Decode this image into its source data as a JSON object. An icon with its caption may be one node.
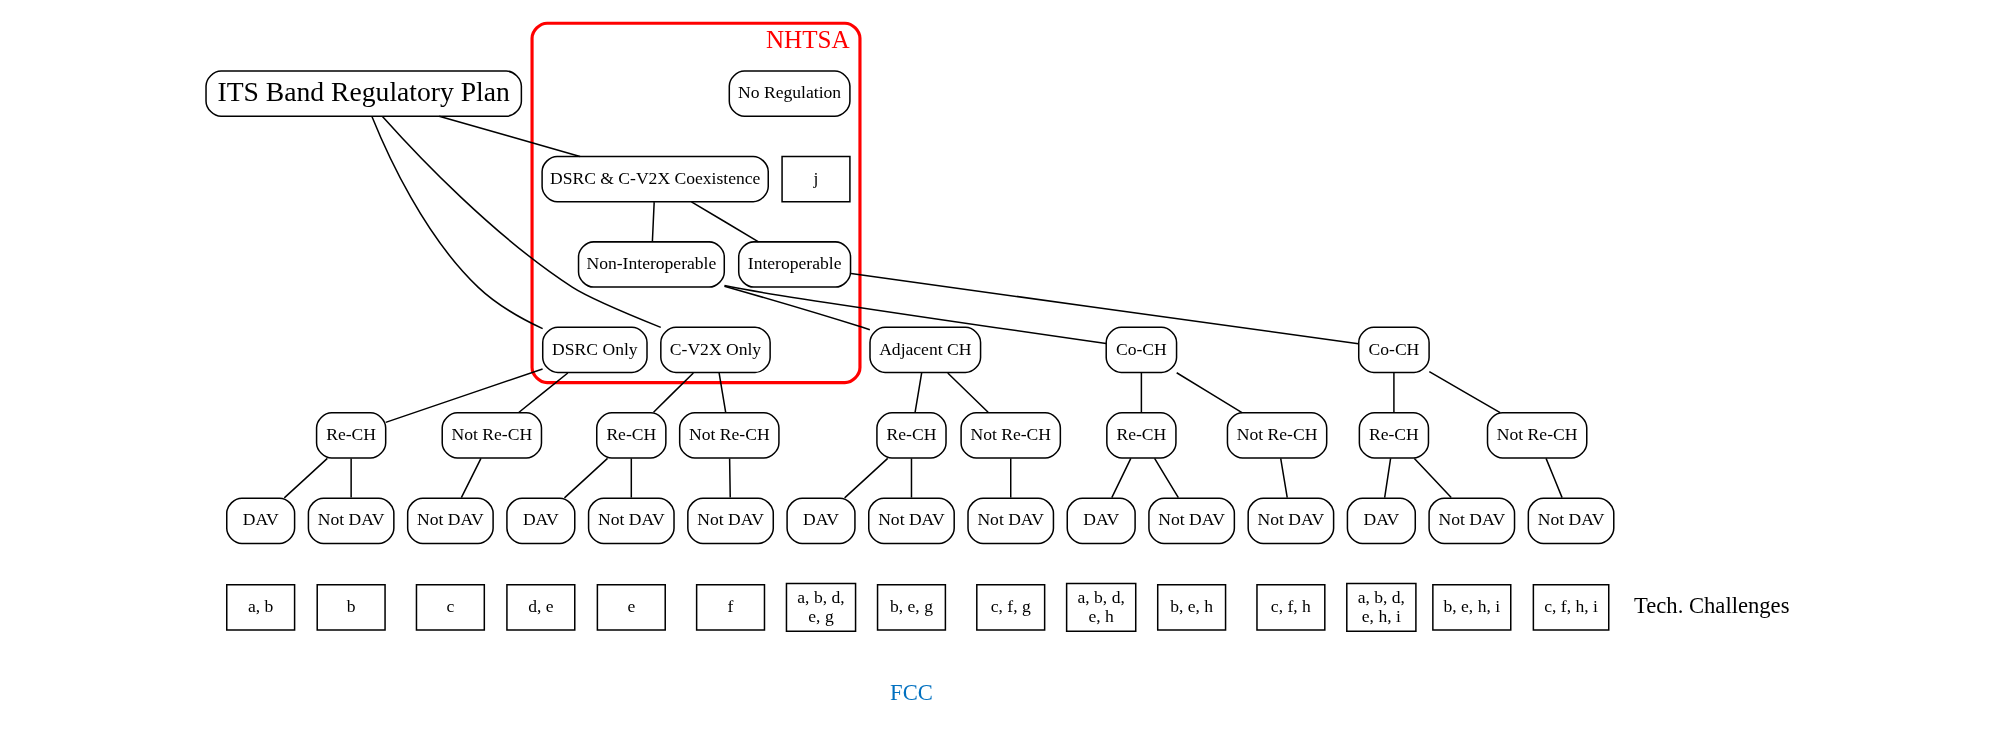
{
  "diagram": {
    "nodes": [
      {
        "text": [
          "ITS Band Regulatory Plan"
        ]
      },
      {
        "text": [
          "NHTSA"
        ]
      },
      {
        "text": [
          "DSRC Only"
        ],
        "in": 1
      },
      {
        "text": [
          "C-V2X Only"
        ],
        "in": 1
      },
      {
        "text": [
          "DSRC & C-V2X Coexistence"
        ],
        "in": 1
      },
      {
        "text": [
          "No Regulation"
        ],
        "in": 1
      },
      {
        "text": [
          "j"
        ],
        "in": 1
      },
      {
        "text": [
          "Non-Interoperable"
        ],
        "in": 1
      },
      {
        "text": [
          "Interoperable"
        ],
        "in": 1
      },
      {
        "text": [
          "Adjacent CH"
        ]
      },
      {
        "text": [
          "Co-CH"
        ]
      },
      {
        "text": [
          "Co-CH"
        ]
      },
      {
        "text": [
          "Re-CH"
        ]
      },
      {
        "text": [
          "Not Re-CH"
        ]
      },
      {
        "text": [
          "Re-CH"
        ]
      },
      {
        "text": [
          "Not Re-CH"
        ]
      },
      {
        "text": [
          "Re-CH"
        ]
      },
      {
        "text": [
          "Not Re-CH"
        ]
      },
      {
        "text": [
          "Re-CH"
        ]
      },
      {
        "text": [
          "Not Re-CH"
        ]
      },
      {
        "text": [
          "Re-CH"
        ]
      },
      {
        "text": [
          "Not Re-CH"
        ]
      },
      {
        "text": [
          "DAV"
        ]
      },
      {
        "text": [
          "Not DAV"
        ]
      },
      {
        "text": [
          "Not DAV"
        ]
      },
      {
        "text": [
          "DAV"
        ]
      },
      {
        "text": [
          "Not DAV"
        ]
      },
      {
        "text": [
          "Not DAV"
        ]
      },
      {
        "text": [
          "DAV"
        ]
      },
      {
        "text": [
          "Not DAV"
        ]
      },
      {
        "text": [
          "Not DAV"
        ]
      },
      {
        "text": [
          "DAV"
        ]
      },
      {
        "text": [
          "Not DAV"
        ]
      },
      {
        "text": [
          "Not DAV"
        ]
      },
      {
        "text": [
          "DAV"
        ]
      },
      {
        "text": [
          "Not DAV"
        ]
      },
      {
        "text": [
          "Not DAV"
        ]
      },
      {
        "text": [
          "a, b"
        ]
      },
      {
        "text": [
          "b"
        ]
      },
      {
        "text": [
          "c"
        ]
      },
      {
        "text": [
          "d, e"
        ]
      },
      {
        "text": [
          "e"
        ]
      },
      {
        "text": [
          "f"
        ]
      },
      {
        "text": [
          "a, b, d, e, g"
        ]
      },
      {
        "text": [
          "b, e, g"
        ]
      },
      {
        "text": [
          "c, f, g"
        ]
      },
      {
        "text": [
          "a, b, d, e, h"
        ]
      },
      {
        "text": [
          "b, e, h"
        ]
      },
      {
        "text": [
          "c, f, h"
        ]
      },
      {
        "text": [
          "a, b, d, e, h, i"
        ]
      },
      {
        "text": [
          "b, e, h, i"
        ]
      },
      {
        "text": [
          "c, f, h, i"
        ]
      }
    ],
    "edges": [
      {
        "from": 0,
        "to": 2,
        "arrow": "none"
      },
      {
        "from": 0,
        "to": 3,
        "arrow": "none"
      },
      {
        "from": 0,
        "to": 4,
        "arrow": "none"
      },
      {
        "from": 4,
        "to": 7,
        "arrow": "none"
      },
      {
        "from": 4,
        "to": 8,
        "arrow": "none"
      },
      {
        "from": 2,
        "to": 12,
        "arrow": "none"
      },
      {
        "from": 2,
        "to": 13,
        "arrow": "none"
      },
      {
        "from": 3,
        "to": 14,
        "arrow": "none"
      },
      {
        "from": 3,
        "to": 15,
        "arrow": "none"
      },
      {
        "from": 7,
        "to": 9,
        "arrow": "none"
      },
      {
        "from": 7,
        "to": 10,
        "arrow": "none"
      },
      {
        "from": 8,
        "to": 11,
        "arrow": "none"
      },
      {
        "from": 9,
        "to": 16,
        "arrow": "none"
      },
      {
        "from": 9,
        "to": 17,
        "arrow": "none"
      },
      {
        "from": 10,
        "to": 18,
        "arrow": "none"
      },
      {
        "from": 10,
        "to": 19,
        "arrow": "none"
      },
      {
        "from": 11,
        "to": 20,
        "arrow": "none"
      },
      {
        "from": 11,
        "to": 21,
        "arrow": "none"
      },
      {
        "from": 12,
        "to": 22,
        "arrow": "none"
      },
      {
        "from": 12,
        "to": 23,
        "arrow": "none"
      },
      {
        "from": 13,
        "to": 24,
        "arrow": "none"
      },
      {
        "from": 14,
        "to": 25,
        "arrow": "none"
      },
      {
        "from": 14,
        "to": 26,
        "arrow": "none"
      },
      {
        "from": 15,
        "to": 27,
        "arrow": "none"
      },
      {
        "from": 16,
        "to": 28,
        "arrow": "none"
      },
      {
        "from": 16,
        "to": 29,
        "arrow": "none"
      },
      {
        "from": 17,
        "to": 30,
        "arrow": "none"
      },
      {
        "from": 18,
        "to": 31,
        "arrow": "none"
      },
      {
        "from": 18,
        "to": 32,
        "arrow": "none"
      },
      {
        "from": 19,
        "to": 33,
        "arrow": "none"
      },
      {
        "from": 20,
        "to": 34,
        "arrow": "none"
      },
      {
        "from": 20,
        "to": 35,
        "arrow": "none"
      },
      {
        "from": 21,
        "to": 36,
        "arrow": "none"
      }
    ],
    "labels": [
      "Tech. Challenges",
      "FCC"
    ]
  }
}
